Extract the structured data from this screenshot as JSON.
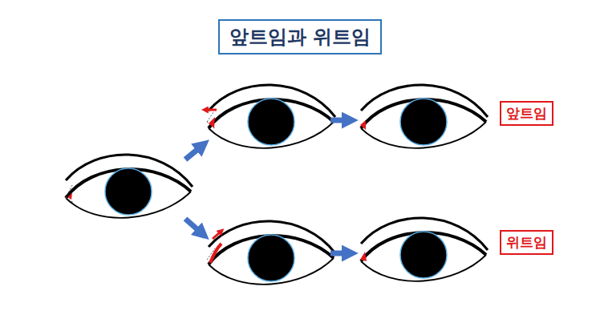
{
  "diagram": {
    "title": "앞트임과 위트임",
    "nodes": [
      {
        "text": [
          "앞트임"
        ]
      },
      {
        "text": [
          "위트임"
        ]
      }
    ]
  }
}
